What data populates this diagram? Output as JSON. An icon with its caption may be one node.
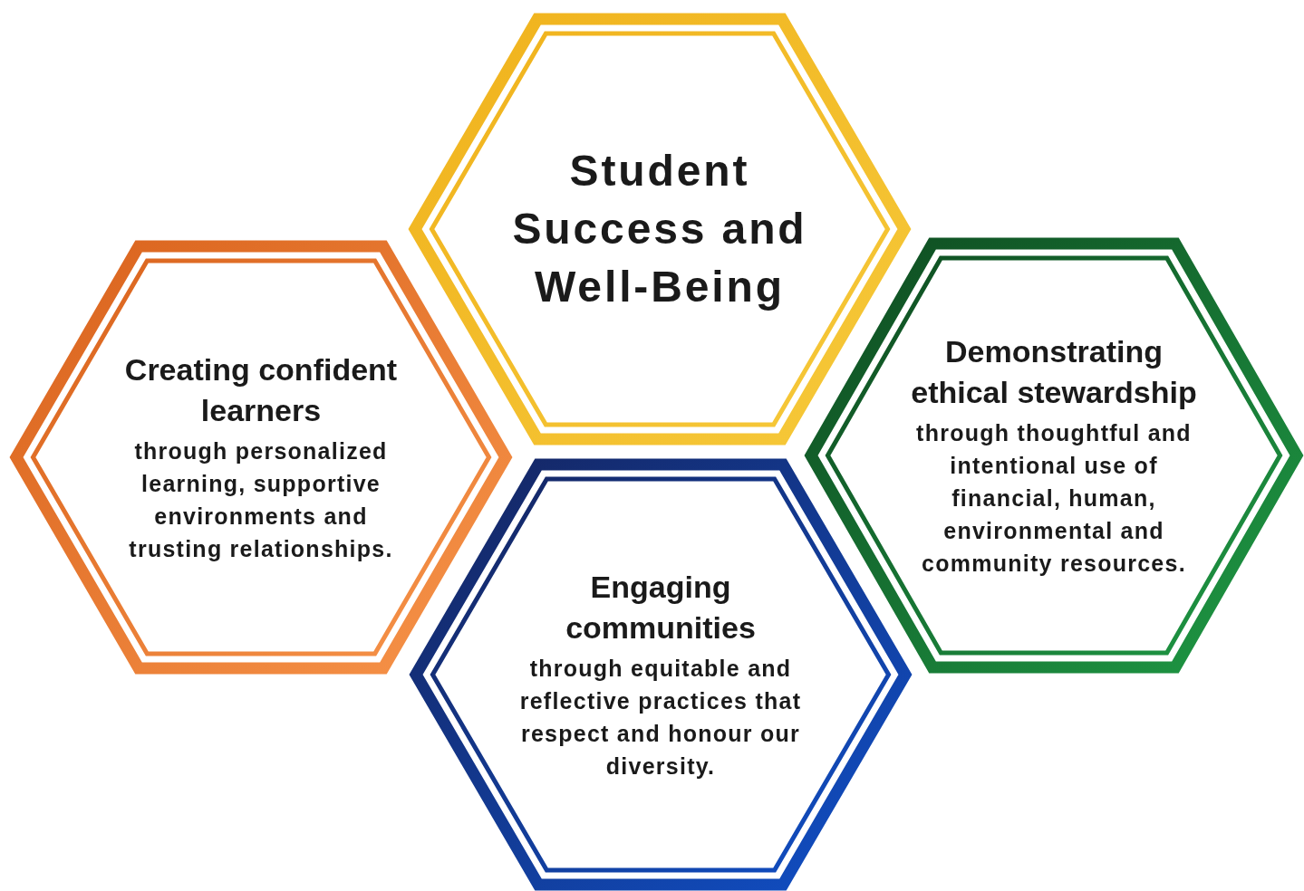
{
  "diagram": {
    "nodes": [
      {
        "text": [
          "Student Success and Well-Being"
        ]
      },
      {
        "text": [
          "Creating confident learners",
          "through personalized learning, supportive environments and trusting relationships."
        ]
      },
      {
        "text": [
          "Demonstrating ethical stewardship",
          "through thoughtful and intentional use of financial, human, environmental and community resources."
        ]
      },
      {
        "text": [
          "Engaging communities",
          "through equitable and reflective practices that respect and honour our diversity."
        ]
      }
    ]
  }
}
